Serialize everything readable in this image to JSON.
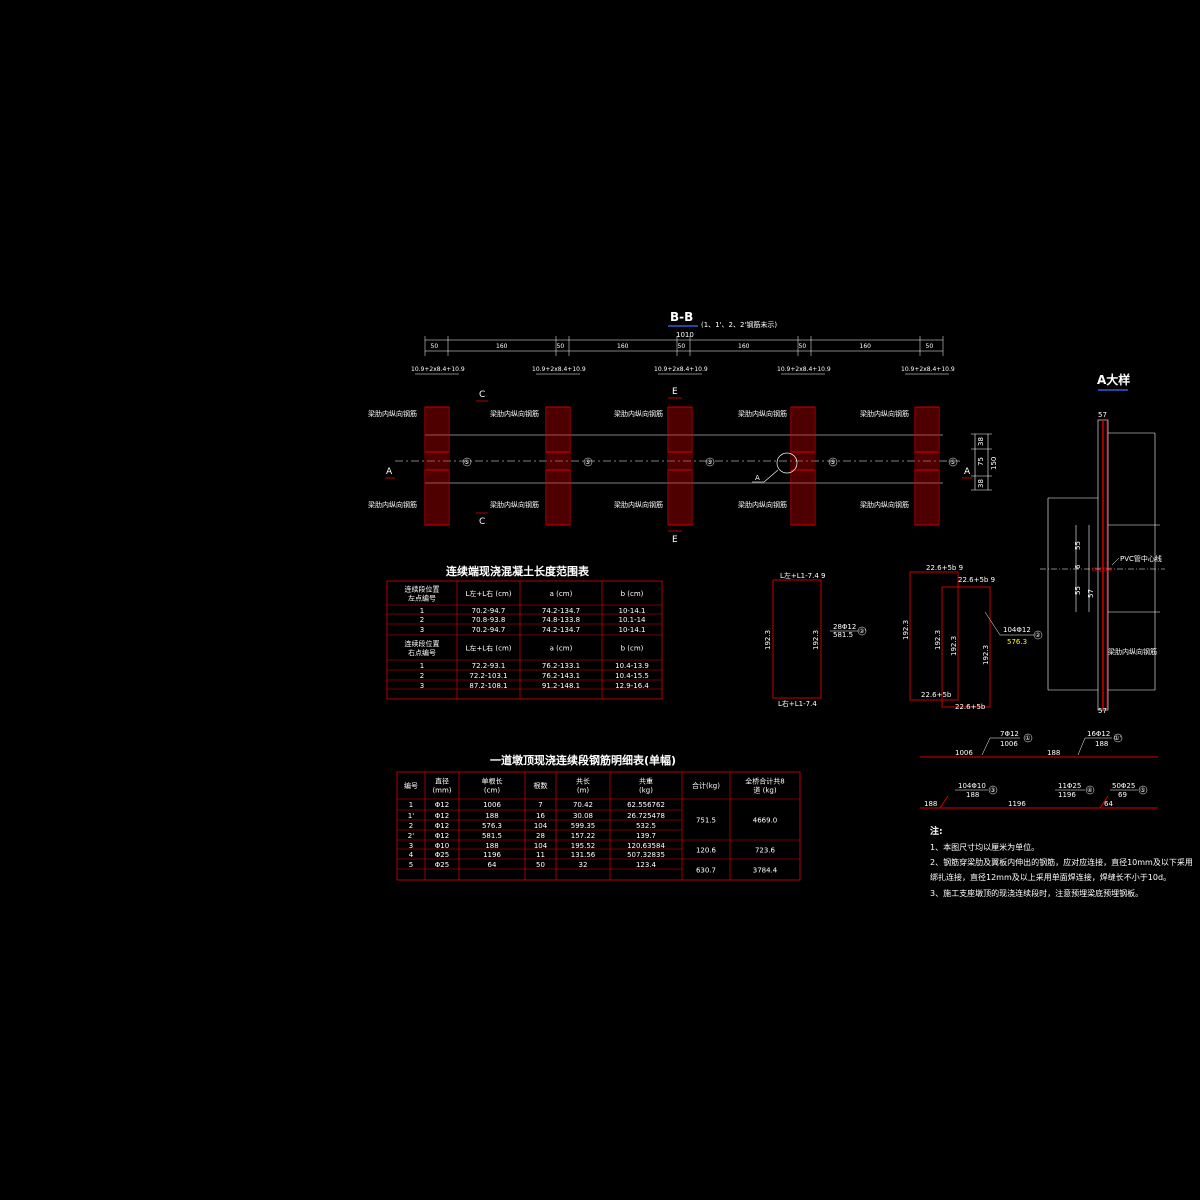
{
  "section_bb": {
    "title": "B-B",
    "subtitle": "(1、1'、2、2'钢筋未示)",
    "total_width": "1010",
    "dims": [
      "50",
      "160",
      "50",
      "160",
      "50",
      "160",
      "50",
      "160",
      "50"
    ],
    "pier_dim_labels": [
      "10.9+2x8.4+10.9",
      "10.9+2x8.4+10.9",
      "10.9+2x8.4+10.9",
      "10.9+2x8.4+10.9",
      "10.9+2x8.4+10.9"
    ],
    "left_mark": "A",
    "right_mark": "A",
    "cut_top": [
      "C",
      "E"
    ],
    "cut_bottom": [
      "C",
      "E"
    ],
    "beam_label": "梁肋内纵向钢筋",
    "circle_mark": "⑤",
    "detail_mark": "A",
    "right_dims": [
      "38",
      "75",
      "38",
      "150"
    ]
  },
  "detail_a": {
    "title": "A大样",
    "labels": [
      "57",
      "55",
      "6",
      "55",
      "57",
      "57"
    ],
    "pipe_label": "PVC管中心线",
    "beam_label": "梁肋内纵向钢筋"
  },
  "table1": {
    "title": "连续端现浇混凝土长度范围表",
    "header1": [
      "连续段位置\n左点编号",
      "L左+L右 (cm)",
      "a (cm)",
      "b (cm)"
    ],
    "rows1": [
      [
        "1",
        "70.2-94.7",
        "74.2-134.7",
        "10-14.1"
      ],
      [
        "2",
        "70.8-93.8",
        "74.8-133.8",
        "10.1-14"
      ],
      [
        "3",
        "70.2-94.7",
        "74.2-134.7",
        "10-14.1"
      ]
    ],
    "header2": [
      "连续段位置\n右点编号",
      "L左+L右 (cm)",
      "a (cm)",
      "b (cm)"
    ],
    "rows2": [
      [
        "1",
        "72.2-93.1",
        "76.2-133.1",
        "10.4-13.9"
      ],
      [
        "2",
        "72.2-103.1",
        "76.2-143.1",
        "10.4-15.5"
      ],
      [
        "3",
        "87.2-108.1",
        "91.2-148.1",
        "12.9-16.4"
      ]
    ]
  },
  "table2": {
    "title": "一道墩顶现浇连续段钢筋明细表(单幅)",
    "headers": [
      "编号",
      "直径\n(mm)",
      "单根长\n(cm)",
      "根数",
      "共长\n(m)",
      "共重\n(kg)",
      "合计(kg)",
      "全桥合计共8\n道 (kg)"
    ],
    "rows": [
      [
        "1",
        "Φ12",
        "1006",
        "7",
        "70.42",
        "62.556762"
      ],
      [
        "1'",
        "Φ12",
        "188",
        "16",
        "30.08",
        "26.725478"
      ],
      [
        "2",
        "Φ12",
        "576.3",
        "104",
        "599.35",
        "532.5"
      ],
      [
        "2'",
        "Φ12",
        "581.5",
        "28",
        "157.22",
        "139.7"
      ],
      [
        "3",
        "Φ10",
        "188",
        "104",
        "195.52",
        "120.63584"
      ],
      [
        "4",
        "Φ25",
        "1196",
        "11",
        "131.56",
        "507.32835"
      ],
      [
        "5",
        "Φ25",
        "64",
        "50",
        "32",
        "123.4"
      ]
    ],
    "merged": [
      {
        "sum": "751.5",
        "total": "4669.0"
      },
      {
        "sum": "120.6",
        "total": "723.6"
      },
      {
        "sum": "630.7",
        "total": "3784.4"
      }
    ]
  },
  "rebar_shapes": {
    "s1": {
      "top": "L左+L1-7.4 9",
      "side": "192.3",
      "side2": "192.3",
      "bottom": "L右+L1-7.4",
      "ann": "28Φ12",
      "ann2": "581.5",
      "mark": "②'"
    },
    "s2": {
      "top1": "22.6+5b 9",
      "top2": "22.6+5b 9",
      "left": "192.3",
      "mid1": "192.3",
      "mid2": "192.3",
      "right": "192.3",
      "bot1": "22.6+5b",
      "bot2": "22.6+5b",
      "ann": "104Φ12",
      "ann2": "576.3",
      "mark": "②"
    }
  },
  "bars": {
    "b1": {
      "left": "1006",
      "ann": "7Φ12",
      "ann2": "1006",
      "mark": "①",
      "right": "188"
    },
    "b1p": {
      "ann": "16Φ12",
      "ann2": "188",
      "mark": "①'"
    },
    "b3": {
      "left": "188",
      "ann": "104Φ10",
      "ann2": "188",
      "mark": "③"
    },
    "b4": {
      "mid": "1196",
      "ann": "11Φ25",
      "ann2": "1196",
      "mark": "④"
    },
    "b5": {
      "right": "64",
      "ann": "50Φ25",
      "ann2": "69",
      "mark": "⑤"
    }
  },
  "notes": {
    "title": "注:",
    "items": [
      "1、本图尺寸均以厘米为单位。",
      "2、钢筋穿梁肋及翼板内伸出的钢筋，应对应连接，直径10mm及以下采用",
      "   绑扎连接，直径12mm及以上采用单面焊连接，焊缝长不小于10d。",
      "3、施工支座墩顶的现浇连续段时，注意预埋梁底预埋钢板。"
    ]
  }
}
